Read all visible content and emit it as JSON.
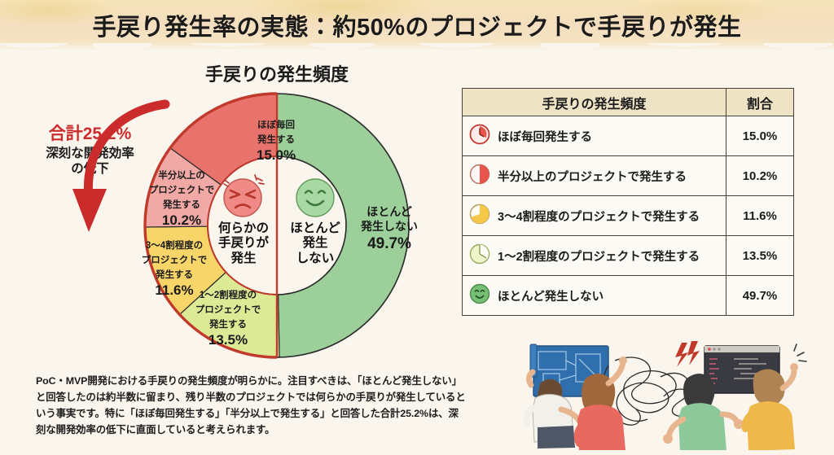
{
  "header": {
    "title": "手戻り発生率の実態：約50%のプロジェクトで手戻りが発生"
  },
  "chart_panel": {
    "title": "手戻りの発生頻度",
    "annotation": {
      "total_label": "合計25.2%",
      "total_value": "25.2%",
      "description": "深刻な開発効率\nの低下",
      "description_line1": "深刻な開発効率",
      "description_line2": "の低下",
      "arrow": "curved-down-arrow",
      "color": "#cc2b2b"
    },
    "center": {
      "left": {
        "icon": "angry-face-icon",
        "line1": "何らかの",
        "line2": "手戻りが",
        "line3": "発生"
      },
      "right": {
        "icon": "smiling-face-icon",
        "line1": "ほとんど",
        "line2": "発生",
        "line3": "しない"
      }
    }
  },
  "chart_data": {
    "type": "pie",
    "title": "手戻りの発生頻度",
    "unit": "%",
    "legend_position": "inside-slices",
    "start_angle_deg": 0,
    "direction": "clockwise",
    "categories": [
      "ほとんど発生しない",
      "ほぼ毎回発生する",
      "半分以上のプロジェクトで発生する",
      "3〜4割程度のプロジェクトで発生する",
      "1〜2割程度のプロジェクトで発生する"
    ],
    "values": [
      49.7,
      15.0,
      10.2,
      11.6,
      13.5
    ],
    "colors": [
      "#9ccf9a",
      "#e8736c",
      "#f0a9a4",
      "#f7d568",
      "#dcea96"
    ],
    "slices": [
      {
        "label_lines": [
          "ほとんど",
          "発生しない"
        ],
        "label": "ほとんど発生しない",
        "value": 49.7,
        "value_text": "49.7%",
        "color": "#9ccf9a"
      },
      {
        "label_lines": [
          "ほぼ毎回",
          "発生する"
        ],
        "label": "ほぼ毎回発生する",
        "value": 15.0,
        "value_text": "15.0%",
        "color": "#e8736c"
      },
      {
        "label_lines": [
          "半分以上の",
          "プロジェクトで",
          "発生する"
        ],
        "label": "半分以上のプロジェクトで発生する",
        "value": 10.2,
        "value_text": "10.2%",
        "color": "#f0a9a4"
      },
      {
        "label_lines": [
          "3〜4割程度の",
          "プロジェクトで",
          "発生する"
        ],
        "label": "3〜4割程度のプロジェクトで発生する",
        "value": 11.6,
        "value_text": "11.6%",
        "color": "#f7d568"
      },
      {
        "label_lines": [
          "1〜2割程度の",
          "プロジェクトで",
          "発生する"
        ],
        "label": "1〜2割程度のプロジェクトで発生する",
        "value": 13.5,
        "value_text": "13.5%",
        "color": "#dcea96"
      }
    ],
    "groups": [
      {
        "name": "何らかの手戻りが発生",
        "value": 50.3
      },
      {
        "name": "ほとんど発生しない",
        "value": 49.7
      }
    ]
  },
  "table": {
    "headers": [
      "手戻りの発生頻度",
      "割合"
    ],
    "rows": [
      {
        "icon": "clock-icon",
        "label": "ほぼ毎回発生する",
        "pct": "15.0%"
      },
      {
        "icon": "pie-half-icon",
        "label": "半分以上のプロジェクトで発生する",
        "pct": "10.2%"
      },
      {
        "icon": "pie-third-icon",
        "label": "3〜4割程度のプロジェクトで発生する",
        "pct": "11.6%"
      },
      {
        "icon": "pie-quarter-icon",
        "label": "1〜2割程度のプロジェクトで発生する",
        "pct": "13.5%"
      },
      {
        "icon": "smiley-icon",
        "label": "ほとんど発生しない",
        "pct": "49.7%"
      }
    ]
  },
  "footnote": {
    "text": "PoC・MVP開発における手戻りの発生頻度が明らかに。注目すべきは、「ほとんど発生しない」と回答したのは約半数に留まり、残り半数のプロジェクトでは何らかの手戻りが発生しているという事実です。特に「ほぼ毎回発生する」「半分以上で発生する」と回答した合計25.2%は、深刻な開発効率の低下に直面していると考えられます。"
  },
  "illustration": {
    "name": "confused-team-illustration",
    "elements": [
      "blueprint-board",
      "tangled-scribble",
      "code-screen",
      "four-people"
    ]
  }
}
